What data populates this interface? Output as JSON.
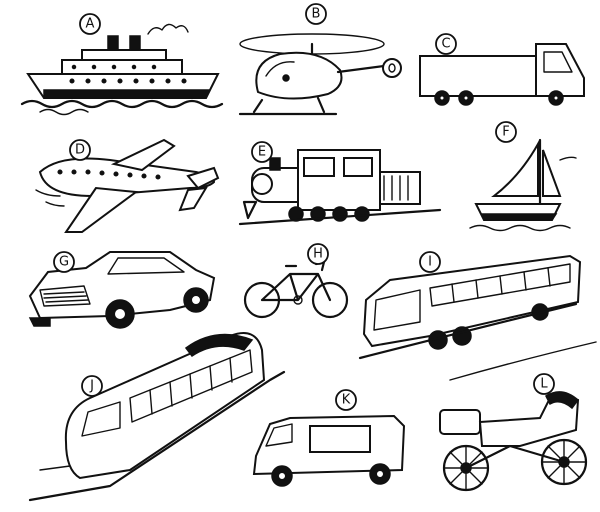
{
  "labels": {
    "ship": "A",
    "helicopter": "B",
    "truck": "C",
    "airplane": "D",
    "train": "E",
    "sailboat": "F",
    "car": "G",
    "bicycle": "H",
    "bus": "I",
    "bullet_train": "J",
    "van": "K",
    "motorcycle": "L"
  },
  "ink_color": "#111111",
  "background_color": "#ffffff"
}
